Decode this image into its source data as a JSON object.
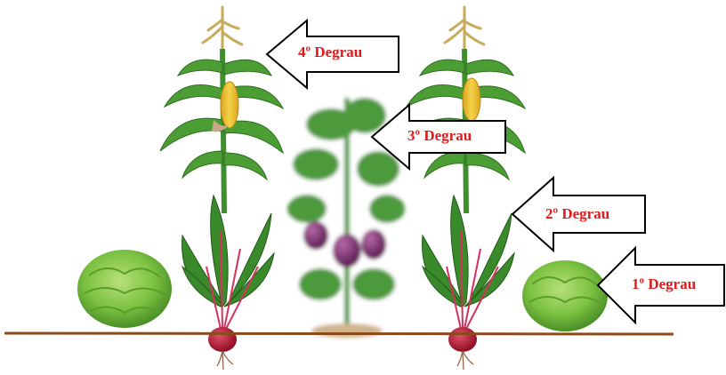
{
  "labels": {
    "step1": "1º Degrau",
    "step2": "2º Degrau",
    "step3": "3º Degrau",
    "step4": "4º Degrau"
  },
  "colors": {
    "label_text": "#e01a1a",
    "ground_line": "#8a4a1a",
    "corn_leaf": "#3f8f2f",
    "corn_cob": "#f1c232",
    "beet_leaf": "#2f7a2a",
    "beet_stem": "#d6315b",
    "beet_root": "#b3122e",
    "lettuce": "#7cc242",
    "eggplant": "#7a2a6e",
    "eggplant_leaf": "#4d9a3c"
  },
  "icons": {
    "plants": [
      "lettuce-icon",
      "beet-icon",
      "corn-icon",
      "eggplant-icon"
    ],
    "arrows": [
      "left-arrow-icon"
    ]
  }
}
